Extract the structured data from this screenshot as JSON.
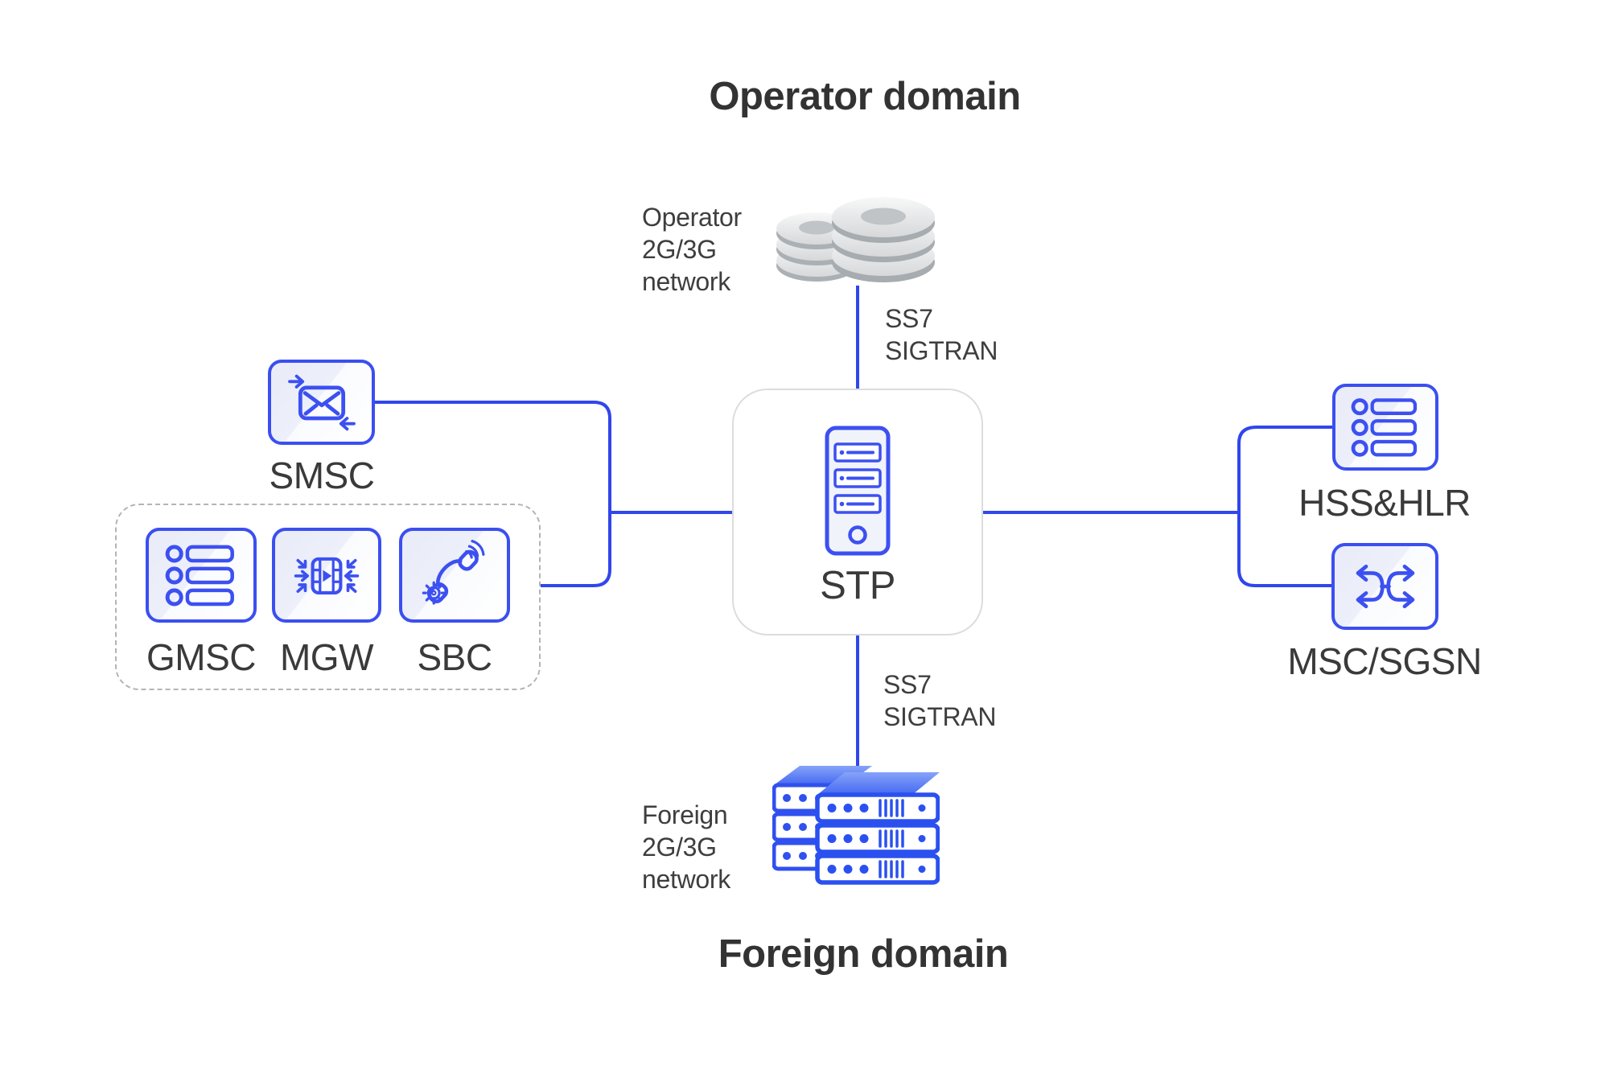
{
  "titles": {
    "operator": "Operator domain",
    "foreign": "Foreign domain"
  },
  "annotations": {
    "operator_network": [
      "Operator",
      "2G/3G",
      "network"
    ],
    "ss7_top": [
      "SS7",
      "SIGTRAN"
    ],
    "ss7_bottom": [
      "SS7",
      "SIGTRAN"
    ],
    "foreign_network": [
      "Foreign",
      "2G/3G",
      "network"
    ]
  },
  "nodes": {
    "smsc": {
      "label": "SMSC",
      "icon": "envelope-transfer-icon"
    },
    "gmsc": {
      "label": "GMSC",
      "icon": "list-icon"
    },
    "mgw": {
      "label": "MGW",
      "icon": "media-gateway-icon"
    },
    "sbc": {
      "label": "SBC",
      "icon": "phone-settings-icon"
    },
    "stp": {
      "label": "STP",
      "icon": "server-tower-icon"
    },
    "hss": {
      "label": "HSS&HLR",
      "icon": "list-icon"
    },
    "msc": {
      "label": "MSC/SGSN",
      "icon": "switch-icon"
    }
  },
  "network_icons": {
    "operator": "disk-stack-icon",
    "foreign": "server-rack-icon"
  },
  "colors": {
    "accent_blue": "#3b4ff0",
    "line_blue": "#3146ec",
    "box_fill": "#edeffa",
    "text_dark": "#333333",
    "text_label": "#3a3a3a",
    "stp_border_gray": "#dcdcdc",
    "dashed_gray": "#b4b4b4",
    "disk_gray": "#d8dadc",
    "server_blue_light": "#86a3f8",
    "server_blue_dark": "#3f63f2"
  }
}
